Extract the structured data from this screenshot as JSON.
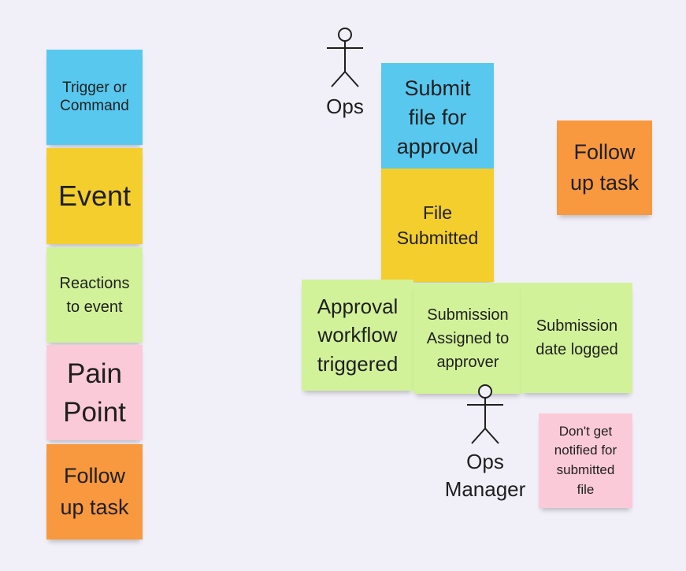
{
  "colors": {
    "background": "#f1eff8",
    "trigger": "#58c8ef",
    "event": "#f3ce2d",
    "reaction": "#d2f29a",
    "pain_point": "#fbcad8",
    "follow_up": "#f8983f"
  },
  "legend": [
    {
      "text": "Trigger or\nCommand",
      "kind": "trigger"
    },
    {
      "text": "Event",
      "kind": "event"
    },
    {
      "text": "Reactions\nto event",
      "kind": "reaction"
    },
    {
      "text": "Pain\nPoint",
      "kind": "pain_point"
    },
    {
      "text": "Follow\nup task",
      "kind": "follow_up"
    }
  ],
  "flow": {
    "submit_file": "Submit\nfile for\napproval",
    "file_submitted": "File\nSubmitted",
    "approval_workflow": "Approval\nworkflow\ntriggered",
    "submission_assigned": "Submission\nAssigned to\napprover",
    "submission_logged": "Submission\ndate logged",
    "follow_up_task": "Follow\nup task",
    "pain_not_notified": "Don't get\nnotified for\nsubmitted\nfile"
  },
  "actors": {
    "ops": "Ops",
    "ops_manager": "Ops\nManager"
  }
}
